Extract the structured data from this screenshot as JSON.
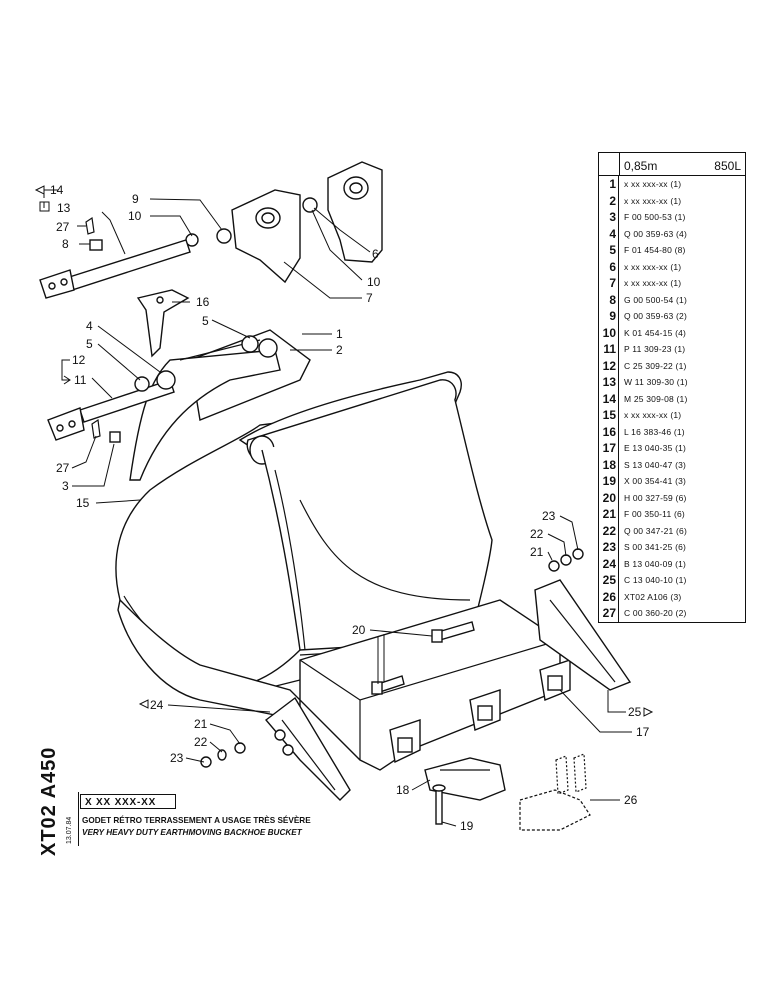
{
  "parts_table": {
    "header_left": "0,85m",
    "header_right": "850L",
    "rows": [
      {
        "num": "1",
        "ref": "x xx xxx-xx (1)"
      },
      {
        "num": "2",
        "ref": "x xx xxx-xx (1)"
      },
      {
        "num": "3",
        "ref": "F 00 500-53 (1)"
      },
      {
        "num": "4",
        "ref": "Q 00 359-63 (4)"
      },
      {
        "num": "5",
        "ref": "F 01 454-80 (8)"
      },
      {
        "num": "6",
        "ref": "x xx xxx-xx (1)"
      },
      {
        "num": "7",
        "ref": "x xx xxx-xx (1)"
      },
      {
        "num": "8",
        "ref": "G 00 500-54 (1)"
      },
      {
        "num": "9",
        "ref": "Q 00 359-63 (2)"
      },
      {
        "num": "10",
        "ref": "K 01 454-15 (4)"
      },
      {
        "num": "11",
        "ref": "P 11 309-23 (1)"
      },
      {
        "num": "12",
        "ref": "C 25 309-22 (1)"
      },
      {
        "num": "13",
        "ref": "W 11 309-30 (1)"
      },
      {
        "num": "14",
        "ref": "M 25 309-08 (1)"
      },
      {
        "num": "15",
        "ref": "x xx xxx-xx (1)"
      },
      {
        "num": "16",
        "ref": "L 16 383-46 (1)"
      },
      {
        "num": "17",
        "ref": "E 13 040-35 (1)"
      },
      {
        "num": "18",
        "ref": "S 13 040-47 (3)"
      },
      {
        "num": "19",
        "ref": "X 00 354-41 (3)"
      },
      {
        "num": "20",
        "ref": "H 00 327-59 (6)"
      },
      {
        "num": "21",
        "ref": "F 00 350-11 (6)"
      },
      {
        "num": "22",
        "ref": "Q 00 347-21 (6)"
      },
      {
        "num": "23",
        "ref": "S 00 341-25 (6)"
      },
      {
        "num": "24",
        "ref": "B 13 040-09 (1)"
      },
      {
        "num": "25",
        "ref": "C 13 040-10 (1)"
      },
      {
        "num": "26",
        "ref": "XT02 A106 (3)"
      },
      {
        "num": "27",
        "ref": "C 00 360-20 (2)"
      }
    ]
  },
  "callouts": {
    "c1": "1",
    "c2": "2",
    "c3": "3",
    "c4": "4",
    "c5a": "5",
    "c5b": "5",
    "c6": "6",
    "c7": "7",
    "c8": "8",
    "c9": "9",
    "c10a": "10",
    "c10b": "10",
    "c11": "11",
    "c12": "12",
    "c13": "13",
    "c14": "14",
    "c15": "15",
    "c16": "16",
    "c17": "17",
    "c18": "18",
    "c19": "19",
    "c20": "20",
    "c21a": "21",
    "c21b": "21",
    "c22a": "22",
    "c22b": "22",
    "c23a": "23",
    "c23b": "23",
    "c24": "24",
    "c25": "25",
    "c26": "26",
    "c27a": "27",
    "c27b": "27"
  },
  "side_code": "XT02 A450",
  "title_block": {
    "date": "13.07.84",
    "code": "X XX XXX-XX",
    "title_fr": "GODET RÉTRO TERRASSEMENT A USAGE TRÈS SÉVÈRE",
    "title_en": "VERY HEAVY DUTY EARTHMOVING BACKHOE BUCKET"
  }
}
